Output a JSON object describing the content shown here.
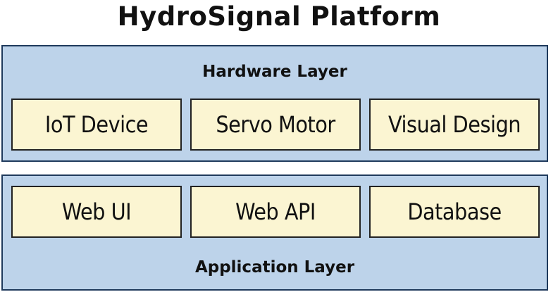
{
  "title": "HydroSignal Platform",
  "layers": {
    "hardware": {
      "label": "Hardware Layer",
      "components": [
        "IoT Device",
        "Servo Motor",
        "Visual Design"
      ]
    },
    "application": {
      "label": "Application Layer",
      "components": [
        "Web UI",
        "Web API",
        "Database"
      ]
    }
  },
  "colors": {
    "layer_fill": "#bdd3ea",
    "layer_border": "#1f3a5c",
    "component_fill": "#fbf5d2",
    "component_border": "#222222",
    "text": "#111111"
  }
}
